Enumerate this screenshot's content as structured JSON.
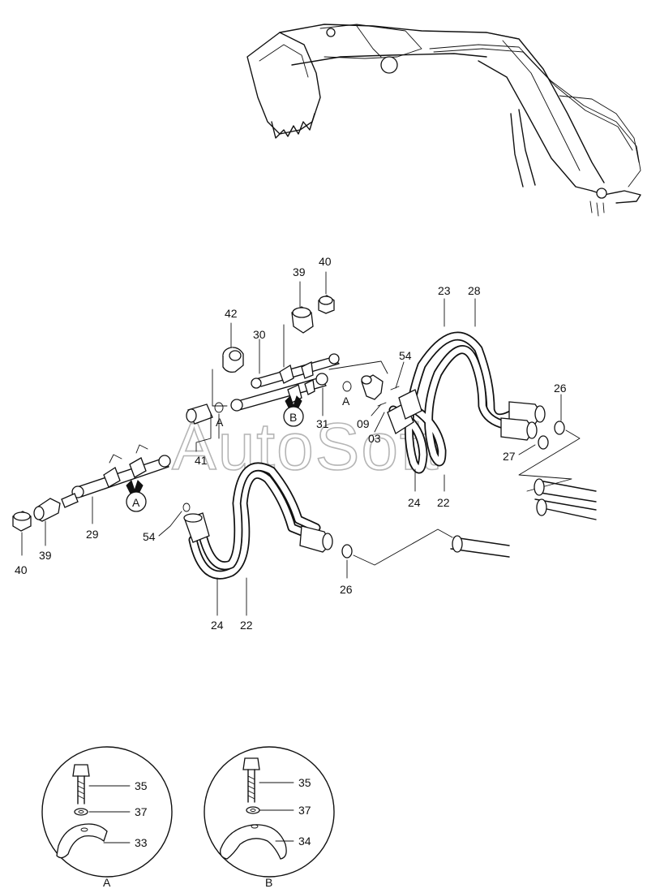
{
  "watermark": "AutoSoft",
  "part_labels": {
    "l40a": "40",
    "l39a": "39",
    "l42": "42",
    "l30": "30",
    "l23": "23",
    "l28": "28",
    "l54a": "54",
    "l26a": "26",
    "l27": "27",
    "l09": "09",
    "l03": "03",
    "l31": "31",
    "l41": "41",
    "l24a": "24",
    "l22a": "22",
    "l29": "29",
    "l54b": "54",
    "l40b": "40",
    "l39b": "39",
    "l26b": "26",
    "l24b": "24",
    "l22b": "22",
    "l35a": "35",
    "l37a": "37",
    "l33": "33",
    "l35b": "35",
    "l37b": "37",
    "l34": "34"
  },
  "ref_marks": {
    "a_small_1": "A",
    "a_small_2": "A",
    "b_marker": "B",
    "a_marker": "A",
    "detail_a": "A",
    "detail_b": "B"
  }
}
